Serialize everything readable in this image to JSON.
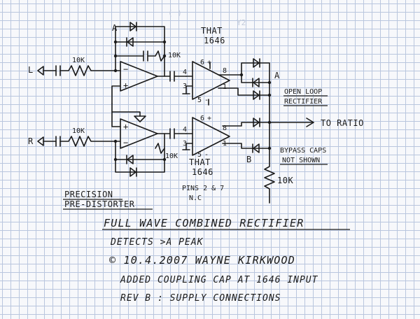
{
  "header_faint": "(            )",
  "header_faint2": "Y2",
  "labels": {
    "left_in": "L",
    "right_in": "R",
    "res_left": "10K",
    "res_right": "10K",
    "res_fb": "10K",
    "res_fb2": "10K",
    "chip_top_name": "THAT",
    "chip_top_num": "1646",
    "chip_bot_name": "THAT",
    "chip_bot_num": "1646",
    "node_a_top": "A",
    "node_a_right": "A",
    "node_b": "B",
    "pin4_top": "4",
    "pin3_top": "3",
    "pin8_top": "8",
    "pin1_top": "1",
    "pin5_top": "5",
    "pin6_top": "6",
    "pin4_bot": "4",
    "pin3_bot": "3",
    "pin8_bot": "8",
    "pin1_bot": "1",
    "pin5_bot": "5",
    "pin6_bot": "6",
    "plus_top": "+",
    "plus_bot": "+",
    "minus_top": "-",
    "minus_bot": "-",
    "op_minus_top": "−",
    "op_plus_top": "+",
    "op_plus_bot": "+",
    "op_minus_bot": "−",
    "open_loop_1": "OPEN LOOP",
    "open_loop_2": "RECTIFIER",
    "to_ratio": "TO RATIO",
    "bypass_1": "BYPASS CAPS",
    "bypass_2": "NOT SHOWN",
    "res_out": "10K",
    "pins_note_1": "PINS 2 & 7",
    "pins_note_2": "N.C",
    "precision_1": "PRECISION",
    "precision_2": "PRE-DISTORTER"
  },
  "title_lines": {
    "line1": "FULL WAVE COMBINED RECTIFIER",
    "line2": "DETECTS >A PEAK",
    "line3": "© 10.4.2007 WAYNE KIRKWOOD",
    "line4": "ADDED COUPLING CAP AT 1646 INPUT",
    "line5": "REV B : SUPPLY CONNECTIONS"
  }
}
